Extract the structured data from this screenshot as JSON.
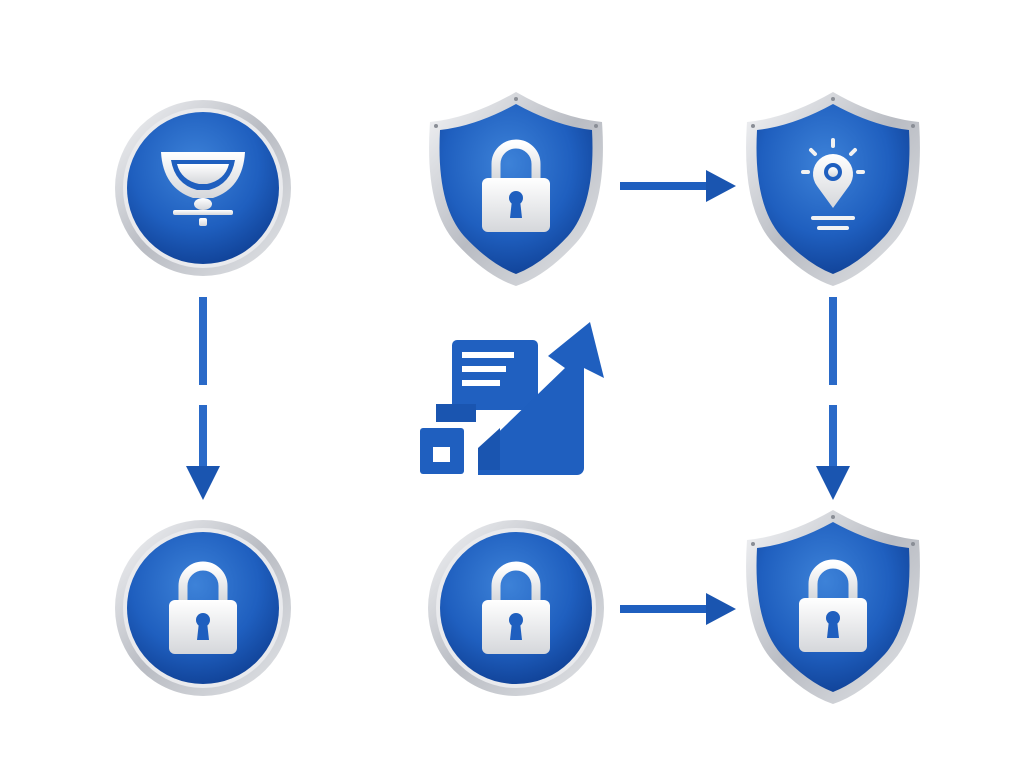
{
  "colors": {
    "primary_blue": "#1f5fbf",
    "dark_blue": "#0f3f93",
    "light_blue": "#3d82d8",
    "silver": "#c9ccd2",
    "icon_white": "#f2f2f2",
    "background": "#ffffff"
  },
  "nodes": [
    {
      "id": "n1",
      "shape": "circle",
      "icon": "bowl-on-stand-icon"
    },
    {
      "id": "n2",
      "shape": "shield",
      "icon": "padlock-icon"
    },
    {
      "id": "n3",
      "shape": "shield",
      "icon": "lightbulb-pin-icon"
    },
    {
      "id": "n4",
      "shape": "circle",
      "icon": "padlock-icon"
    },
    {
      "id": "n5",
      "shape": "circle",
      "icon": "padlock-icon"
    },
    {
      "id": "n6",
      "shape": "shield",
      "icon": "padlock-icon"
    }
  ],
  "connectors": [
    {
      "from": "n1",
      "to": "n2",
      "arrow": false
    },
    {
      "from": "n2",
      "to": "n3",
      "arrow": true
    },
    {
      "from": "n1",
      "to": "n4",
      "arrow": true,
      "dashed": true
    },
    {
      "from": "n3",
      "to": "n6",
      "arrow": true,
      "dashed": true
    },
    {
      "from": "n4",
      "to": "n5",
      "arrow": false
    },
    {
      "from": "n5",
      "to": "n6",
      "arrow": true
    }
  ],
  "center_icon": "document-growth-arrow-icon"
}
